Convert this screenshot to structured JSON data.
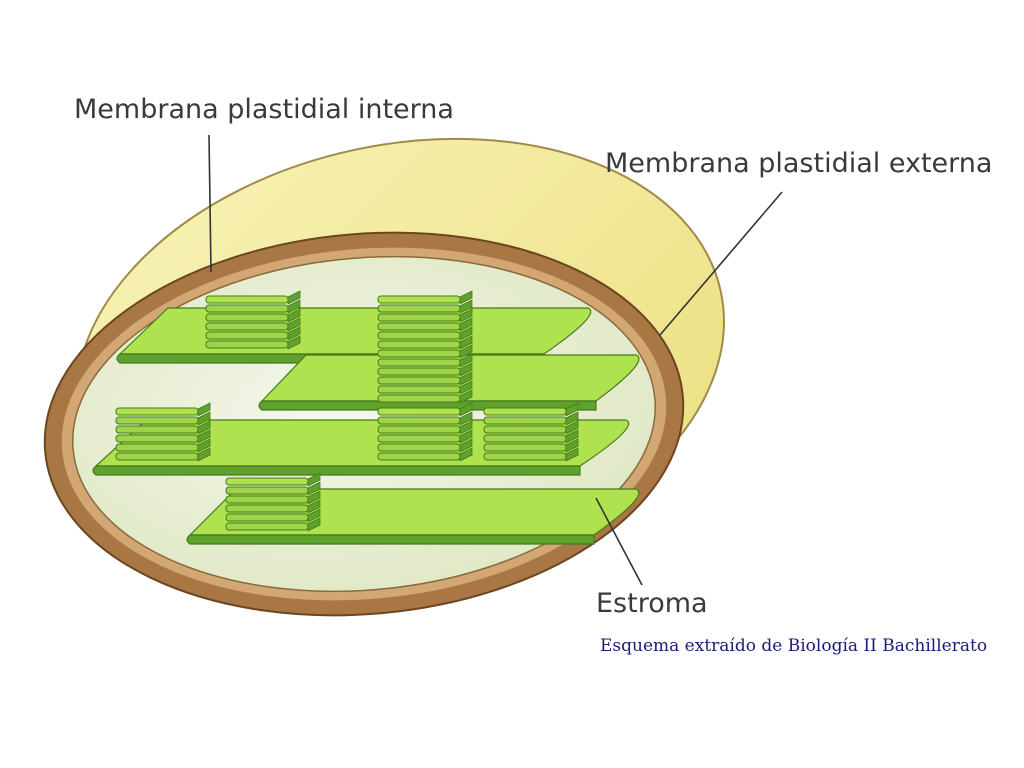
{
  "labels": {
    "inner_membrane": "Membrana plastidial interna",
    "outer_membrane": "Membrana plastidial externa",
    "stroma": "Estroma"
  },
  "credit": "Esquema extraído de Biología II Bachillerato",
  "colors": {
    "outer_membrane_fill": "#f6f0a6",
    "inner_membrane_ring": "#b8834f",
    "stroma_fill": "#e9efd6",
    "lamella_top": "#aee24e",
    "lamella_front": "#5fa12d",
    "lamella_edge": "#467a1c",
    "credit_text": "#1a1a7a"
  }
}
